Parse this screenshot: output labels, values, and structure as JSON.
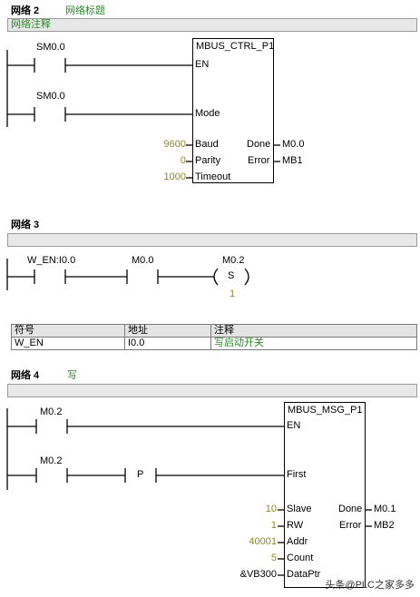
{
  "network2": {
    "label": "网络 2",
    "title": "网络标题",
    "comment": "网络注释",
    "contact1": "SM0.0",
    "contact2": "SM0.0",
    "block": {
      "name": "MBUS_CTRL_P1",
      "pins_left": [
        "EN",
        "Mode",
        "Baud",
        "Parity",
        "Timeout"
      ],
      "pins_right": [
        "Done",
        "Error"
      ],
      "inputs": {
        "baud": "9600",
        "parity": "0",
        "timeout": "1000"
      },
      "outputs": {
        "done": "M0.0",
        "error": "MB1"
      }
    }
  },
  "network3": {
    "label": "网络 3",
    "contact1": "W_EN:I0.0",
    "contact2": "M0.0",
    "coil_addr": "M0.2",
    "coil_type": "S",
    "coil_count": "1",
    "symbol_table": {
      "headers": [
        "符号",
        "地址",
        "注释"
      ],
      "rows": [
        [
          "W_EN",
          "I0.0",
          "写启动开关"
        ]
      ]
    }
  },
  "network4": {
    "label": "网络 4",
    "title": "写",
    "contact1": "M0.2",
    "contact2": "M0.2",
    "pulse": "P",
    "block": {
      "name": "MBUS_MSG_P1",
      "pins_left": [
        "EN",
        "First",
        "Slave",
        "RW",
        "Addr",
        "Count",
        "DataPtr"
      ],
      "pins_right": [
        "Done",
        "Error"
      ],
      "inputs": {
        "slave": "10",
        "rw": "1",
        "addr": "40001",
        "count": "5",
        "dataptr": "&VB300"
      },
      "outputs": {
        "done": "M0.1",
        "error": "MB2"
      }
    }
  },
  "watermark": "头条@PLC之家多多",
  "colors": {
    "comment": "#2a8a2a",
    "param": "#8a8a20",
    "bar": "#e8e8e8"
  }
}
